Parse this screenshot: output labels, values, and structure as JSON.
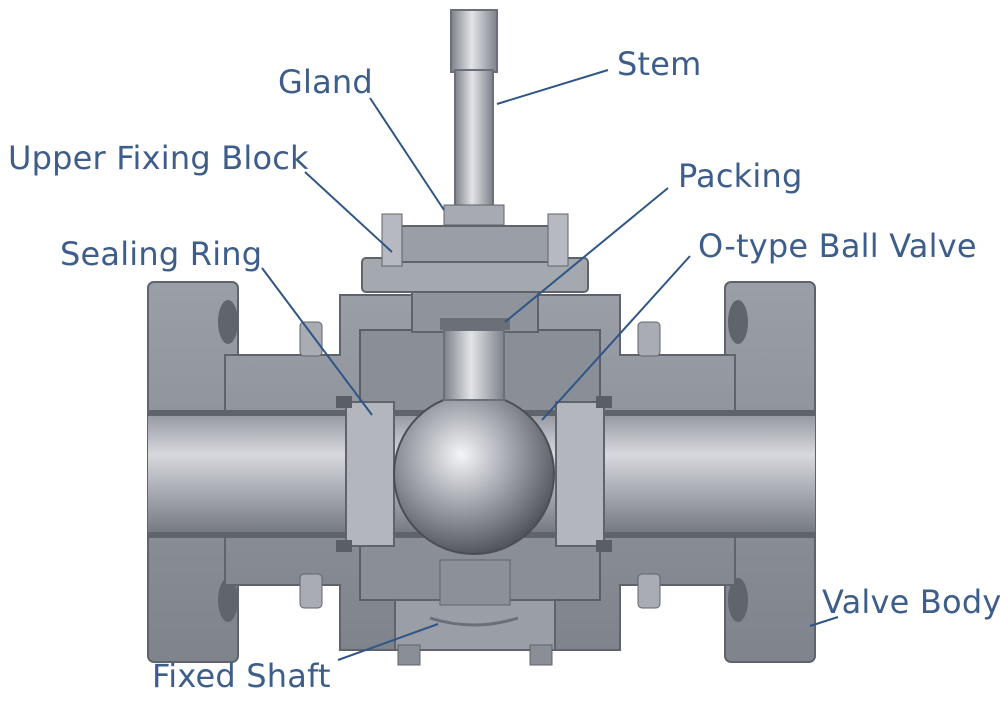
{
  "labels": {
    "stem": "Stem",
    "gland": "Gland",
    "upper_fixing_block": "Upper Fixing Block",
    "packing": "Packing",
    "sealing_ring": "Sealing Ring",
    "o_type_ball_valve": "O-type Ball Valve",
    "valve_body": "Valve Body",
    "fixed_shaft": "Fixed Shaft"
  },
  "colors": {
    "label_text": "#3d5e8a",
    "leader_line": "#2f5687",
    "metal_dark": "#7b7f88",
    "metal_mid": "#9da1a9",
    "metal_light": "#c9ccd2",
    "bore_shadow": "#5f636b"
  }
}
